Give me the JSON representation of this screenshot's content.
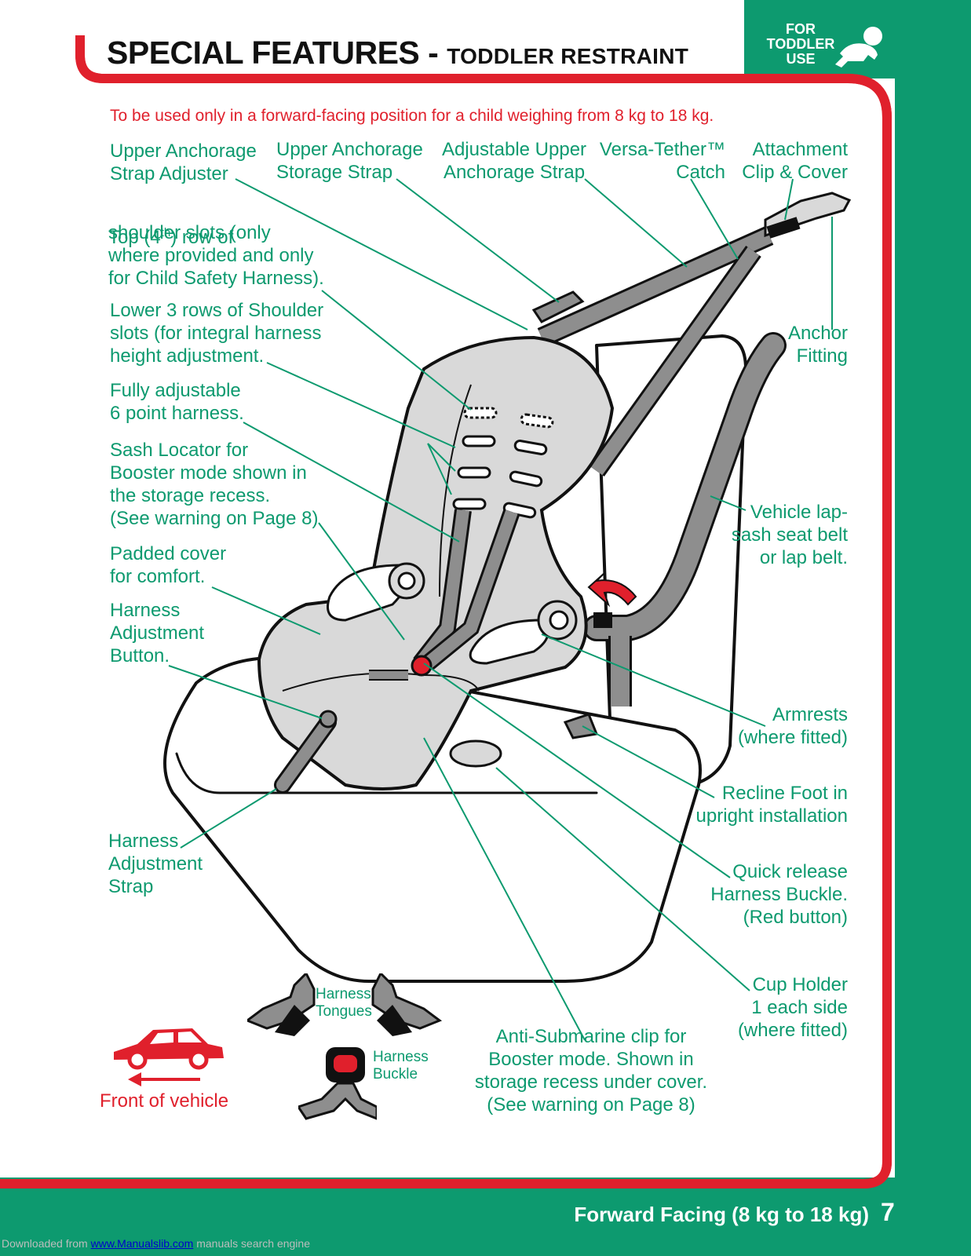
{
  "header": {
    "title_main": "SPECIAL FEATURES -",
    "title_sub": "TODDLER RESTRAINT",
    "badge_lines": "FOR\nTODDLER\nUSE"
  },
  "intro": "To be used only in a forward-facing position for a child weighing from 8 kg to 18 kg.",
  "labels": {
    "upper_anchorage_adjuster": "Upper Anchorage\nStrap Adjuster",
    "upper_anchorage_storage": "Upper Anchorage\nStorage Strap",
    "adjustable_upper_anchorage": "Adjustable Upper\nAnchorage Strap",
    "versa_tether": "Versa-Tether™\nCatch",
    "attachment_clip": "Attachment\nClip & Cover",
    "top_row_1": "Top (4",
    "top_row_sup": "th",
    "top_row_2": ") row of",
    "top_row_rest": "shoulder slots (only\nwhere provided and only\nfor Child Safety Harness).",
    "lower_rows": "Lower 3 rows of Shoulder\nslots (for integral harness\nheight adjustment.",
    "fully_adjustable": "Fully adjustable\n6 point harness.",
    "sash_locator": "Sash Locator for\nBooster mode shown in\nthe storage recess.\n(See warning on Page 8)",
    "padded_cover": "Padded cover\nfor comfort.",
    "harness_button": "Harness\nAdjustment\nButton.",
    "harness_strap": "Harness\nAdjustment\nStrap",
    "anchor_fitting": "Anchor\nFitting",
    "vehicle_belt": "Vehicle lap-\nsash seat belt\nor lap belt.",
    "armrests": "Armrests\n(where fitted)",
    "recline_foot": "Recline Foot in\nupright installation",
    "quick_release": "Quick release\nHarness Buckle.\n(Red button)",
    "cup_holder": "Cup Holder\n1 each side\n(where fitted)",
    "anti_submarine": "Anti-Submarine clip for\nBooster mode. Shown in\nstorage recess under cover.\n(See warning on Page 8)",
    "harness_tongues": "Harness\nTongues",
    "harness_buckle": "Harness\nBuckle",
    "front_of_vehicle": "Front of vehicle"
  },
  "footer": {
    "text": "Forward Facing (8 kg to 18 kg)",
    "page": "7"
  },
  "download": {
    "prefix": "Downloaded from ",
    "link": "www.Manualslib.com",
    "suffix": " manuals search engine"
  },
  "colors": {
    "green": "#0d9a6f",
    "red": "#e0202c",
    "seat_gray": "#d9d9d9",
    "strap_gray": "#8e8e8e"
  }
}
